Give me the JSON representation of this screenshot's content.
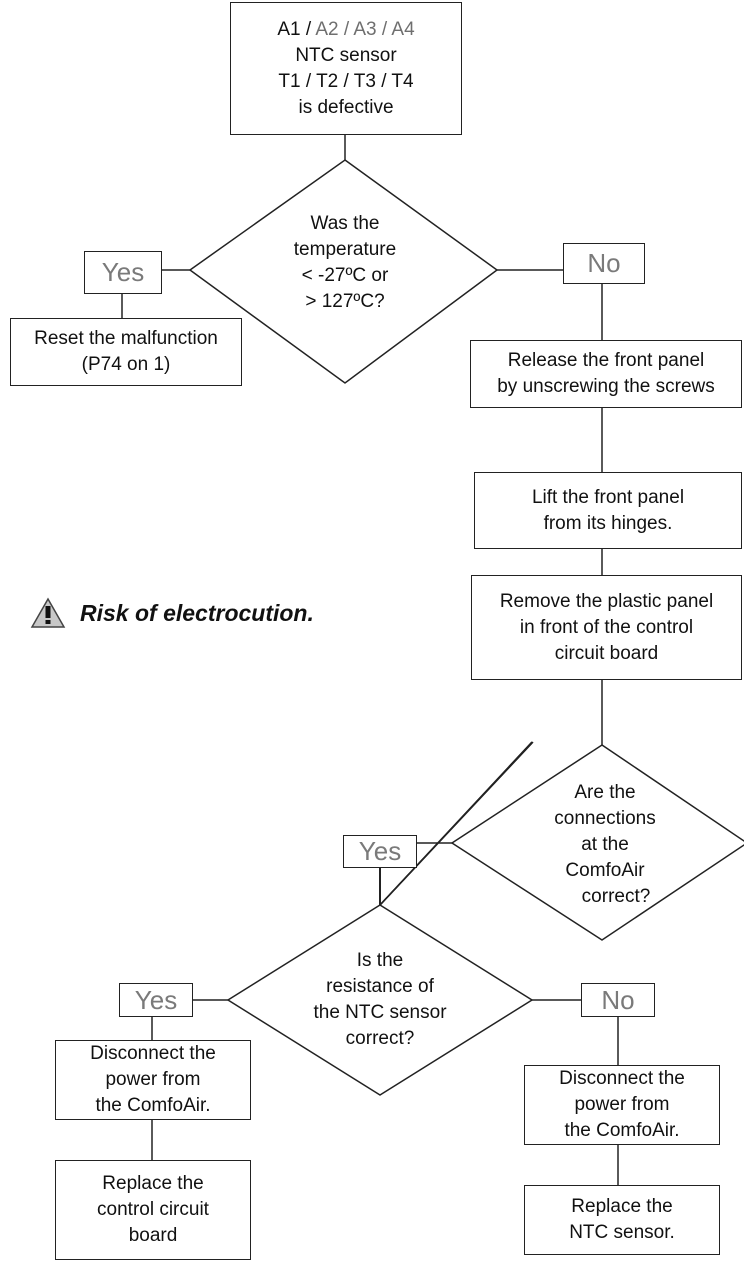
{
  "start": {
    "code_prefix": "A1 / ",
    "code_rest": "A2 / A3 / A4",
    "line2": "NTC sensor",
    "line3": "T1 / T2 / T3 / T4",
    "line4": "is defective"
  },
  "q1": {
    "lines": [
      "Was the",
      "temperature",
      "< -27ºC or",
      "> 127ºC?"
    ]
  },
  "yes1": "Yes",
  "no1": "No",
  "reset": {
    "lines": [
      "Reset the malfunction",
      "(P74 on 1)"
    ]
  },
  "step1": {
    "lines": [
      "Release the front panel",
      "by unscrewing the screws"
    ]
  },
  "step2": {
    "lines": [
      "Lift the front panel",
      "from its hinges."
    ]
  },
  "step3": {
    "lines": [
      "Remove the plastic panel",
      "in front of the control",
      "circuit board"
    ]
  },
  "warning": {
    "icon": "warning-triangle-icon",
    "text": "Risk of electrocution."
  },
  "q2": {
    "lines": [
      "Are the",
      "connections",
      "at the",
      "ComfoAir",
      "correct?"
    ]
  },
  "yes2": "Yes",
  "q3": {
    "lines": [
      "Is the",
      "resistance of",
      "the NTC sensor",
      "correct?"
    ]
  },
  "yes3": "Yes",
  "no3": "No",
  "left_disconnect": {
    "lines": [
      "Disconnect the",
      "power from",
      "the ComfoAir."
    ]
  },
  "left_replace": {
    "lines": [
      "Replace the",
      "control circuit",
      "board"
    ]
  },
  "right_disconnect": {
    "lines": [
      "Disconnect the",
      "power from",
      "the ComfoAir."
    ]
  },
  "right_replace": {
    "lines": [
      "Replace the",
      "NTC sensor."
    ]
  },
  "colors": {
    "line": "#222222",
    "label_grey": "#7a7a7a"
  }
}
